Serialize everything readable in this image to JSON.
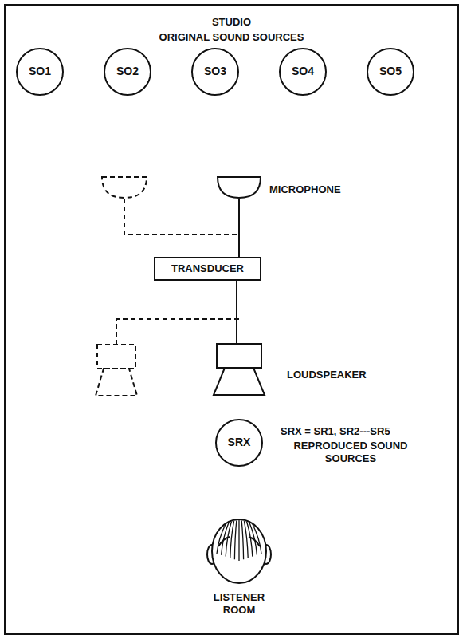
{
  "diagram": {
    "title": "STUDIO",
    "nodes": [
      {
        "text": [
          "SO1"
        ]
      },
      {
        "text": [
          "SO2"
        ]
      },
      {
        "text": [
          "SO3"
        ]
      },
      {
        "text": [
          "SO4"
        ]
      },
      {
        "text": [
          "SO5"
        ]
      },
      {
        "text": [
          "MICROPHONE"
        ]
      },
      {
        "text": [
          "TRANSDUCER"
        ]
      },
      {
        "text": [
          "LOUDSPEAKER"
        ]
      },
      {
        "text": [
          "SRX"
        ]
      },
      {
        "text": [
          "LISTENER ROOM"
        ]
      }
    ],
    "edges": [
      {
        "from": 5,
        "to": 6,
        "arrow": "none"
      },
      {
        "from": 6,
        "to": 7,
        "arrow": "none"
      }
    ],
    "labels": [
      "ORIGINAL SOUND SOURCES",
      "SRX = SR1, SR2---SR5",
      "REPRODUCED SOUND SOURCES"
    ]
  }
}
